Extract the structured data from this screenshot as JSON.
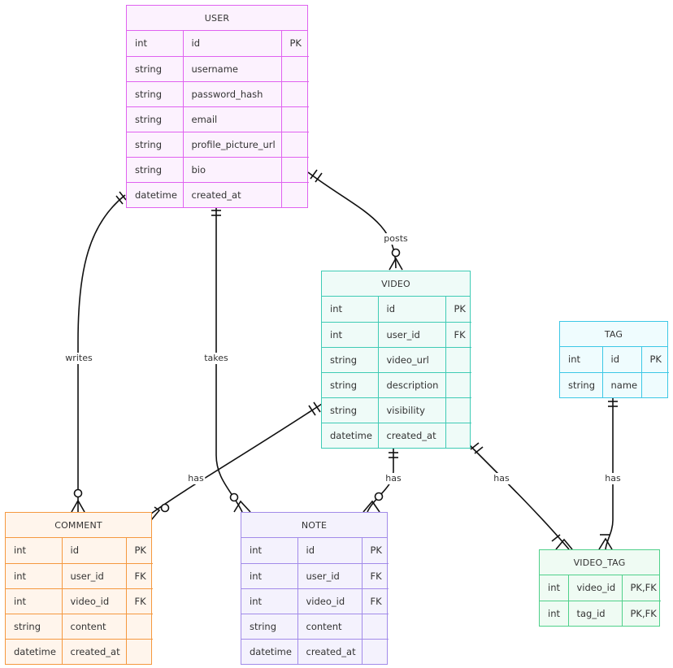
{
  "entities": {
    "user": {
      "name": "USER",
      "attributes": [
        {
          "type": "int",
          "name": "id",
          "key": "PK"
        },
        {
          "type": "string",
          "name": "username",
          "key": ""
        },
        {
          "type": "string",
          "name": "password_hash",
          "key": ""
        },
        {
          "type": "string",
          "name": "email",
          "key": ""
        },
        {
          "type": "string",
          "name": "profile_picture_url",
          "key": ""
        },
        {
          "type": "string",
          "name": "bio",
          "key": ""
        },
        {
          "type": "datetime",
          "name": "created_at",
          "key": ""
        }
      ]
    },
    "video": {
      "name": "VIDEO",
      "attributes": [
        {
          "type": "int",
          "name": "id",
          "key": "PK"
        },
        {
          "type": "int",
          "name": "user_id",
          "key": "FK"
        },
        {
          "type": "string",
          "name": "video_url",
          "key": ""
        },
        {
          "type": "string",
          "name": "description",
          "key": ""
        },
        {
          "type": "string",
          "name": "visibility",
          "key": ""
        },
        {
          "type": "datetime",
          "name": "created_at",
          "key": ""
        }
      ]
    },
    "tag": {
      "name": "TAG",
      "attributes": [
        {
          "type": "int",
          "name": "id",
          "key": "PK"
        },
        {
          "type": "string",
          "name": "name",
          "key": ""
        }
      ]
    },
    "comment": {
      "name": "COMMENT",
      "attributes": [
        {
          "type": "int",
          "name": "id",
          "key": "PK"
        },
        {
          "type": "int",
          "name": "user_id",
          "key": "FK"
        },
        {
          "type": "int",
          "name": "video_id",
          "key": "FK"
        },
        {
          "type": "string",
          "name": "content",
          "key": ""
        },
        {
          "type": "datetime",
          "name": "created_at",
          "key": ""
        }
      ]
    },
    "note": {
      "name": "NOTE",
      "attributes": [
        {
          "type": "int",
          "name": "id",
          "key": "PK"
        },
        {
          "type": "int",
          "name": "user_id",
          "key": "FK"
        },
        {
          "type": "int",
          "name": "video_id",
          "key": "FK"
        },
        {
          "type": "string",
          "name": "content",
          "key": ""
        },
        {
          "type": "datetime",
          "name": "created_at",
          "key": ""
        }
      ]
    },
    "video_tag": {
      "name": "VIDEO_TAG",
      "attributes": [
        {
          "type": "int",
          "name": "video_id",
          "key": "PK,FK"
        },
        {
          "type": "int",
          "name": "tag_id",
          "key": "PK,FK"
        }
      ]
    }
  },
  "relationships": [
    {
      "from": "USER",
      "to": "VIDEO",
      "label": "posts",
      "from_cardinality": "exactly-one",
      "to_cardinality": "zero-or-many"
    },
    {
      "from": "USER",
      "to": "COMMENT",
      "label": "writes",
      "from_cardinality": "exactly-one",
      "to_cardinality": "zero-or-many"
    },
    {
      "from": "USER",
      "to": "NOTE",
      "label": "takes",
      "from_cardinality": "exactly-one",
      "to_cardinality": "zero-or-many"
    },
    {
      "from": "VIDEO",
      "to": "COMMENT",
      "label": "has",
      "from_cardinality": "exactly-one",
      "to_cardinality": "zero-or-many"
    },
    {
      "from": "VIDEO",
      "to": "NOTE",
      "label": "has",
      "from_cardinality": "exactly-one",
      "to_cardinality": "zero-or-many"
    },
    {
      "from": "VIDEO",
      "to": "VIDEO_TAG",
      "label": "has",
      "from_cardinality": "exactly-one",
      "to_cardinality": "one-or-many"
    },
    {
      "from": "TAG",
      "to": "VIDEO_TAG",
      "label": "has",
      "from_cardinality": "exactly-one",
      "to_cardinality": "one-or-many"
    }
  ],
  "colors": {
    "user": "#e062f0",
    "video": "#3fcbb5",
    "tag": "#3cc8e6",
    "comment": "#f5983f",
    "note": "#a28be9",
    "video_tag": "#4fd08a",
    "line": "#111111"
  }
}
